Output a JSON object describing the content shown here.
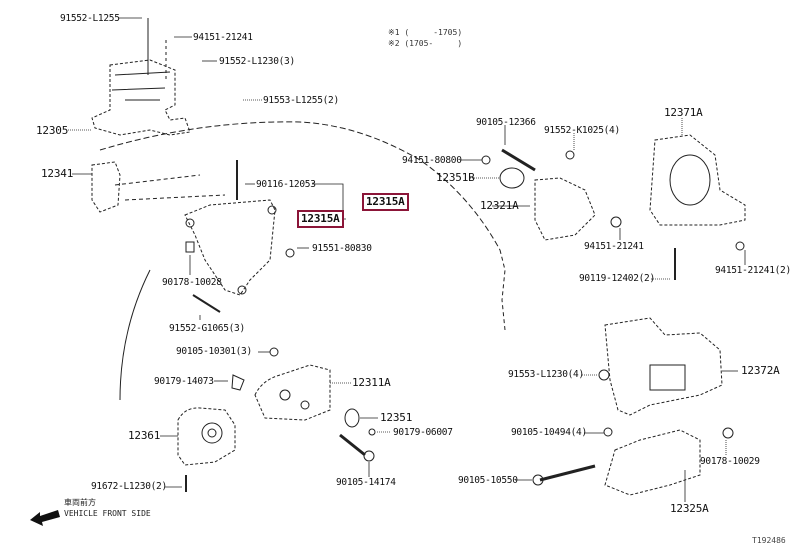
{
  "notes": {
    "note1": "※1 (     -1705)",
    "note2": "※2 (1705-     )"
  },
  "parts": {
    "p91552_L1255": "91552-L1255",
    "p94151_21241_a": "94151-21241",
    "p91552_L1230_3": "91552-L1230(3)",
    "p91553_L1255_2": "91553-L1255(2)",
    "p12305": "12305",
    "p12341": "12341",
    "p90116_12053": "90116-12053",
    "p12315A_a": "12315A",
    "p12315A_b": "12315A",
    "p91551_80830": "91551-80830",
    "p90178_10028": "90178-10028",
    "p91552_G1065_3": "91552-G1065(3)",
    "p90105_10301_3": "90105-10301(3)",
    "p90179_14073": "90179-14073",
    "p12311A": "12311A",
    "p12351": "12351",
    "p90179_06007": "90179-06007",
    "p12361": "12361",
    "p90105_14174": "90105-14174",
    "p91672_L1230_2": "91672-L1230(2)",
    "p90105_12366": "90105-12366",
    "p91552_K1025_4": "91552-K1025(4)",
    "p94151_80800": "94151-80800",
    "p12351B": "12351B",
    "p12321A": "12321A",
    "p94151_21241_b": "94151-21241",
    "p12371A": "12371A",
    "p90119_12402_2": "90119-12402(2)",
    "p94151_21241_2": "94151-21241(2)",
    "p91553_L1230_4": "91553-L1230(4)",
    "p12372A": "12372A",
    "p90105_10494_4": "90105-10494(4)",
    "p90178_10029": "90178-10029",
    "p90105_10550": "90105-10550",
    "p12325A": "12325A"
  },
  "front": {
    "jp": "車両前方",
    "en": "VEHICLE FRONT SIDE"
  },
  "figure_code": "T192486",
  "colors": {
    "highlight": "#8b1538"
  }
}
